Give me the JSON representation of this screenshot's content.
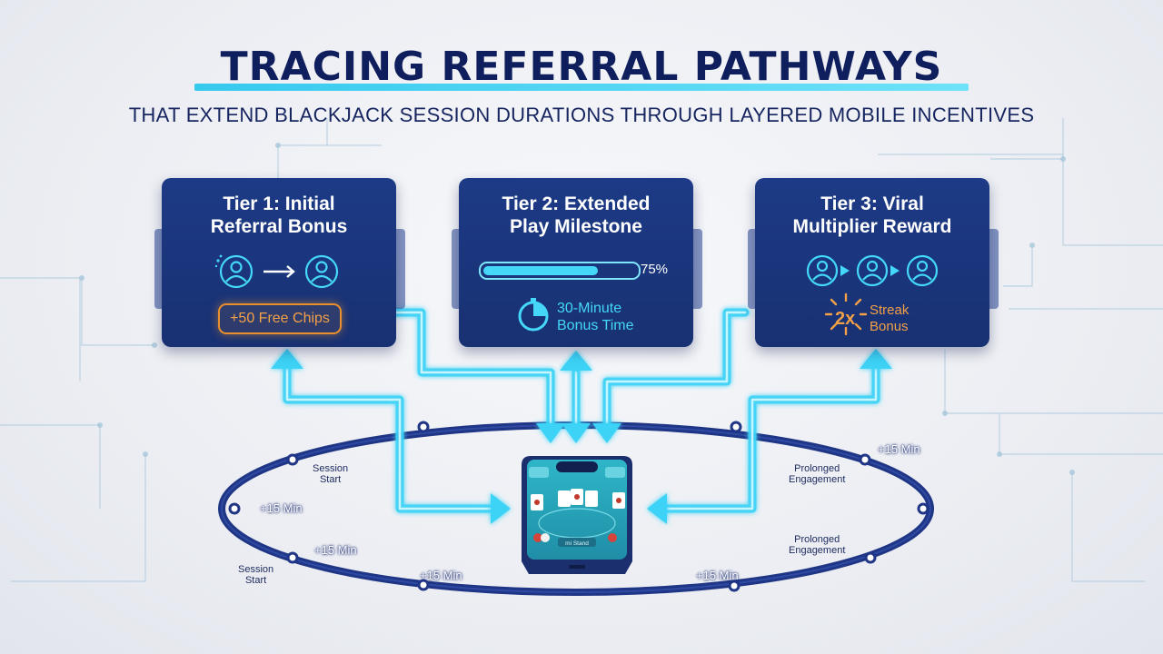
{
  "title": "TRACING REFERRAL PATHWAYS",
  "subtitle": "THAT EXTEND BLACKJACK SESSION DURATIONS THROUGH LAYERED MOBILE INCENTIVES",
  "tiers": [
    {
      "title_line1": "Tier 1: Initial",
      "title_line2": "Referral Bonus",
      "reward": "+50 Free Chips"
    },
    {
      "title_line1": "Tier 2: Extended",
      "title_line2": "Play Milestone",
      "progress_label": "75%",
      "progress": 0.75,
      "bonus_line1": "30-Minute",
      "bonus_line2": "Bonus Time"
    },
    {
      "title_line1": "Tier 3: Viral",
      "title_line2": "Multiplier Reward",
      "multiplier": "2x",
      "streak_line1": "Streak",
      "streak_line2": "Bonus"
    }
  ],
  "ring": {
    "session_start_top": [
      "Session",
      "Start"
    ],
    "session_start_bottom": [
      "Session",
      "Start"
    ],
    "prolonged_top": [
      "Prolonged",
      "Engagement"
    ],
    "prolonged_bottom": [
      "Prolonged",
      "Engagement"
    ],
    "min_left_upper": "+15 Min",
    "min_left_lower": "+15 Min",
    "min_bottom_left": "+15 Min",
    "min_bottom_right": "+15 Min",
    "min_right_upper": "+15 Min"
  },
  "phone": {
    "button_label": "mi Stand"
  },
  "colors": {
    "navy": "#0f1e5c",
    "card": "#1d3a86",
    "cyan": "#44d7f8",
    "orange": "#f4a046",
    "ring": "#1f3585"
  },
  "icons": [
    "user-icon",
    "arrow-right-icon",
    "stopwatch-icon",
    "starburst-icon",
    "smartphone-icon"
  ]
}
